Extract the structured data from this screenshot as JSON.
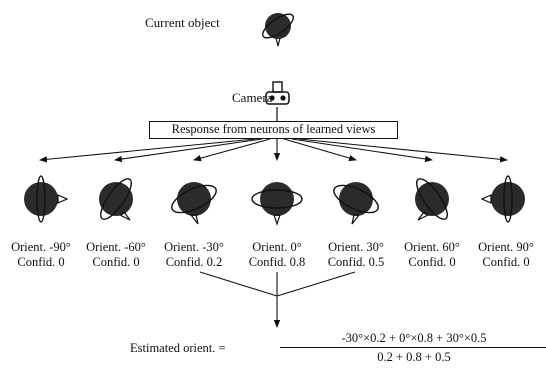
{
  "current_object": {
    "label": "Current object"
  },
  "camera": {
    "label": "Camera"
  },
  "response_box": {
    "label": "Response from neurons of learned views"
  },
  "views": [
    {
      "orient": "Orient. -90°",
      "confid": "Confid. 0"
    },
    {
      "orient": "Orient. -60°",
      "confid": "Confid. 0"
    },
    {
      "orient": "Orient. -30°",
      "confid": "Confid. 0.2"
    },
    {
      "orient": "Orient. 0°",
      "confid": "Confid. 0.8"
    },
    {
      "orient": "Orient. 30°",
      "confid": "Confid. 0.5"
    },
    {
      "orient": "Orient. 60°",
      "confid": "Confid. 0"
    },
    {
      "orient": "Orient. 90°",
      "confid": "Confid. 0"
    }
  ],
  "estimate": {
    "label": "Estimated orient. =",
    "numerator": "-30°×0.2 + 0°×0.8 + 30°×0.5",
    "denominator": "0.2 + 0.8 + 0.5"
  }
}
